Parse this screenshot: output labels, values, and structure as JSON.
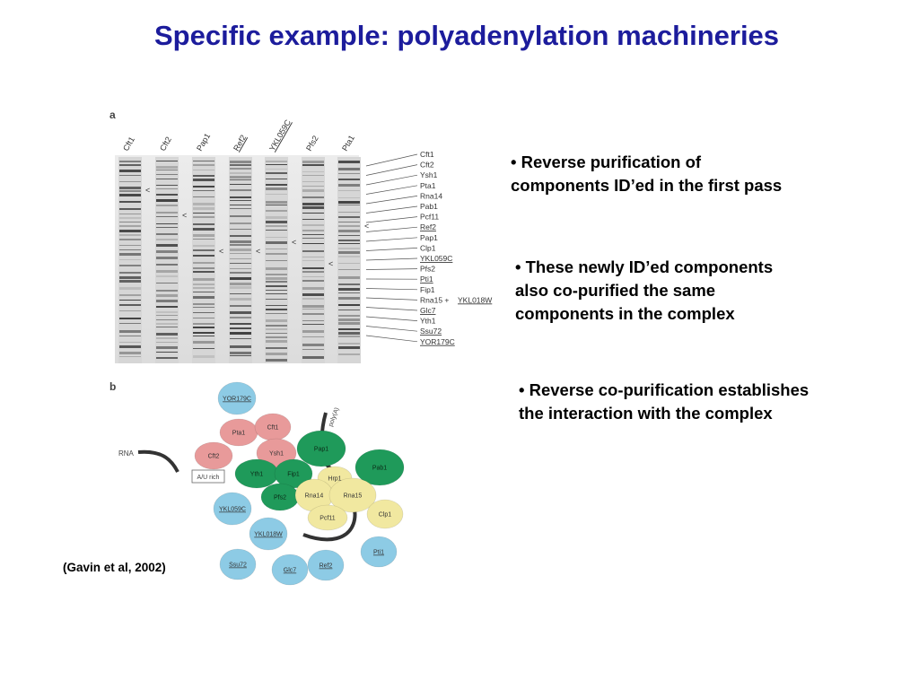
{
  "slide": {
    "title": "Specific example: polyadenylation machineries",
    "bullets": [
      {
        "lines": [
          "• Reverse purification of",
          "components ID’ed in the first pass"
        ]
      },
      {
        "lines": [
          "• These newly ID’ed components",
          "also co-purified the same",
          "components in the complex"
        ]
      },
      {
        "lines": [
          "• Reverse co-purification establishes",
          "the interaction with the complex"
        ]
      }
    ],
    "citation": "(Gavin et al, 2002)"
  },
  "figure_a": {
    "panel_label": "a",
    "lane_labels": [
      "Cft1",
      "Cft2",
      "Pap1",
      "Ref2",
      "YKL059C",
      "Pfs2",
      "Pta1"
    ],
    "arrow_glyph": "<",
    "protein_labels": [
      "Cft1",
      "Cft2",
      "Ysh1",
      "Pta1",
      "Rna14",
      "Pab1",
      "Pcf11",
      "Ref2",
      "Pap1",
      "Clp1",
      "YKL059C",
      "Pfs2",
      "Pti1",
      "Fip1",
      "Rna15 + ",
      "YKL018W",
      "Glc7",
      "Yth1",
      "Ssu72",
      "YOR179C"
    ]
  },
  "figure_b": {
    "panel_label": "b",
    "rna_label": "RNA",
    "au_box_label": "A/U rich",
    "polya_label": "poly(A)",
    "nodes": {
      "yor179c": "YOR179C",
      "pta1": "Pta1",
      "cft1": "Cft1",
      "cft2": "Cft2",
      "ysh1": "Ysh1",
      "pap1": "Pap1",
      "pab1": "Pab1",
      "yth1": "Yth1",
      "fip1": "Fip1",
      "hrp1": "Hrp1",
      "pfs2": "Pfs2",
      "rna14": "Rna14",
      "rna15": "Rna15",
      "ykl059c": "YKL059C",
      "pcf11": "Pcf11",
      "clp1": "Clp1",
      "ykl018w": "YKL018W",
      "ssu72": "Ssu72",
      "glc7": "Glc7",
      "ref2": "Ref2",
      "pti1": "Pti1"
    },
    "colors": {
      "blue": "#8dcbe5",
      "pink": "#e89a9a",
      "green": "#1f9a5a",
      "yellow": "#f1e8a0"
    }
  }
}
